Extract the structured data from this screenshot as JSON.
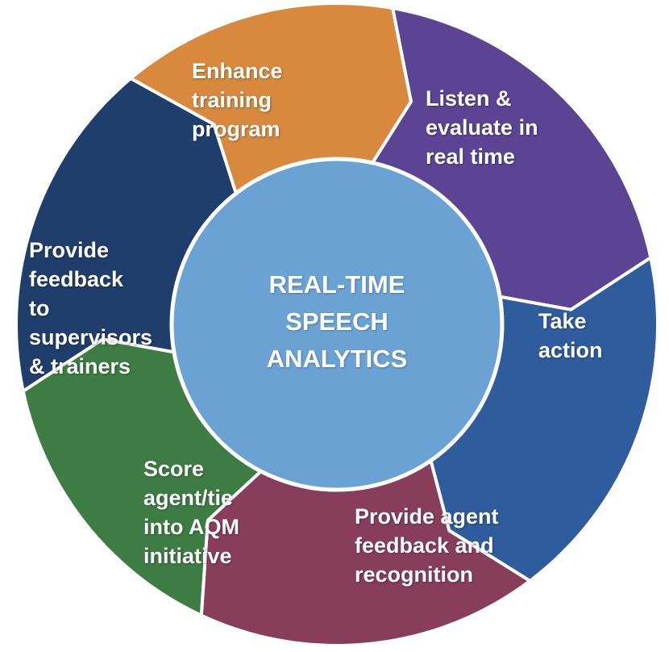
{
  "center": {
    "title": "REAL-TIME\nSPEECH\nANALYTICS",
    "color": "#6aa2d4"
  },
  "segments": [
    {
      "label": "Listen &\nevaluate in\nreal time",
      "color": "#5b4494"
    },
    {
      "label": "Take\naction",
      "color": "#2f5c9d"
    },
    {
      "label": "Provide agent\nfeedback and\nrecognition",
      "color": "#883e5b"
    },
    {
      "label": "Score\nagent/tie\ninto AQM\ninitiative",
      "color": "#3d7d43"
    },
    {
      "label": "Provide\nfeedback\nto\nsupervisors\n& trainers",
      "color": "#1f3e6b"
    },
    {
      "label": "Enhance\ntraining\nprogram",
      "color": "#d8893e"
    }
  ]
}
